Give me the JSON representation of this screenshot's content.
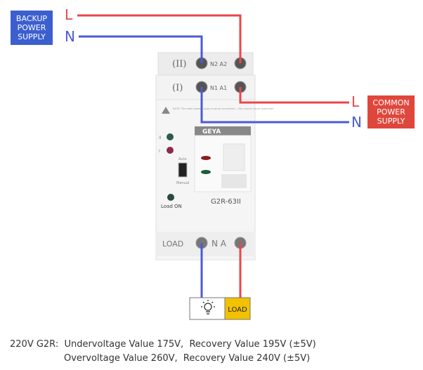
{
  "backup_supply": {
    "label": "BACKUP\nPOWER\nSUPPLY",
    "l": "L",
    "n": "N"
  },
  "common_supply": {
    "label": "COMMON\nPOWER\nSUPPLY",
    "l": "L",
    "n": "N"
  },
  "device": {
    "brand": "GEYA",
    "model": "G2R-63II",
    "module_ii": "(II)",
    "module_ii_terminals": "N2 A2",
    "module_i": "(I)",
    "module_i_terminals": "N1 A1",
    "note": "NOTE: The main power supply must be connected — the normal circuit protection",
    "ind_ii": "II",
    "ind_i": "I",
    "auto": "Auto",
    "manual": "Manual",
    "load_on": "Load ON",
    "load_terminal_label": "LOAD",
    "load_terminals": "N A"
  },
  "load": {
    "icon": "lightbulb-icon",
    "label": "LOAD"
  },
  "colors": {
    "live": "#e8474a",
    "neutral": "#4a5bd6",
    "backup_box": "#3c5fcf",
    "common_box": "#e0473c",
    "load_box": "#f2c200"
  },
  "caption": {
    "line1": "220V G2R:  Undervoltage Value 175V,  Recovery Value 195V (±5V)",
    "line2": "Overvoltage Value 260V,  Recovery Value 240V (±5V)"
  }
}
